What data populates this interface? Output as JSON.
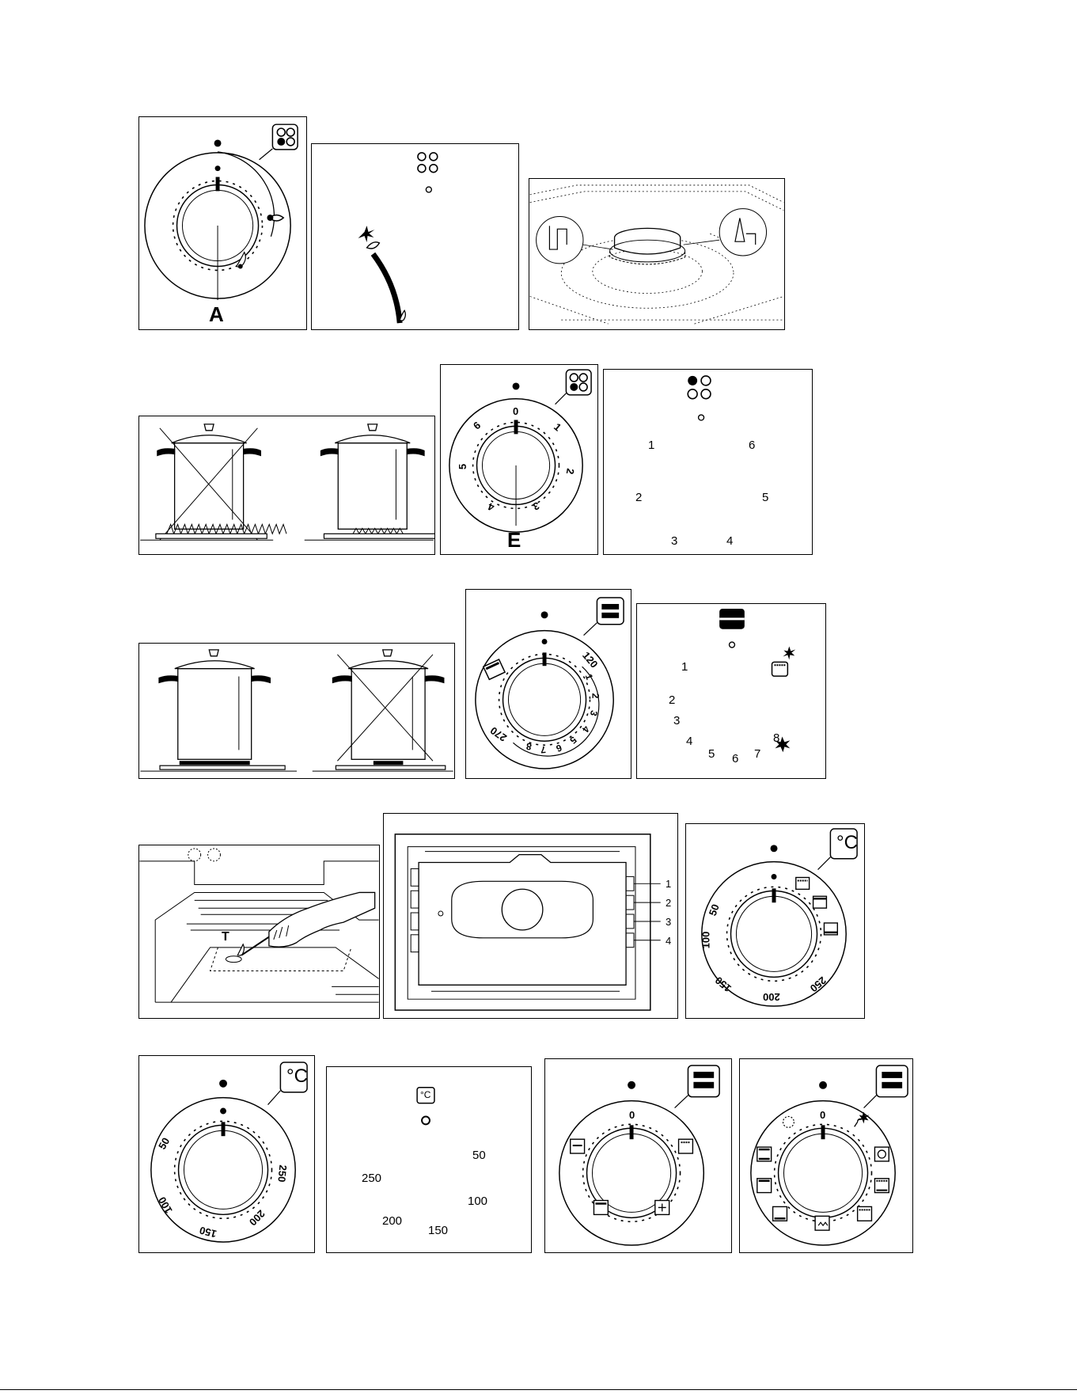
{
  "row1": {
    "knob_label": "A"
  },
  "row2": {
    "knob_label": "E",
    "knob_scale": [
      "0",
      "1",
      "2",
      "3",
      "4",
      "5",
      "6"
    ],
    "legend_numbers": [
      "1",
      "2",
      "3",
      "4",
      "5",
      "6"
    ]
  },
  "row3": {
    "knob_scale": [
      "120",
      "1",
      "2",
      "3",
      "4",
      "5",
      "6",
      "7",
      "8",
      "270"
    ],
    "legend_numbers": [
      "1",
      "2",
      "3",
      "4",
      "5",
      "6",
      "7",
      "8"
    ]
  },
  "row4": {
    "shelf_numbers": [
      "1",
      "2",
      "3",
      "4"
    ],
    "probe_label": "T",
    "thermostat_scale": [
      "50",
      "100",
      "150",
      "200",
      "250"
    ]
  },
  "row5": {
    "thermostat_scale": [
      "50",
      "100",
      "150",
      "200",
      "250"
    ],
    "legend_numbers": [
      "50",
      "250",
      "100",
      "200",
      "150"
    ],
    "selector_zero": "0",
    "selector2_zero": "0"
  }
}
